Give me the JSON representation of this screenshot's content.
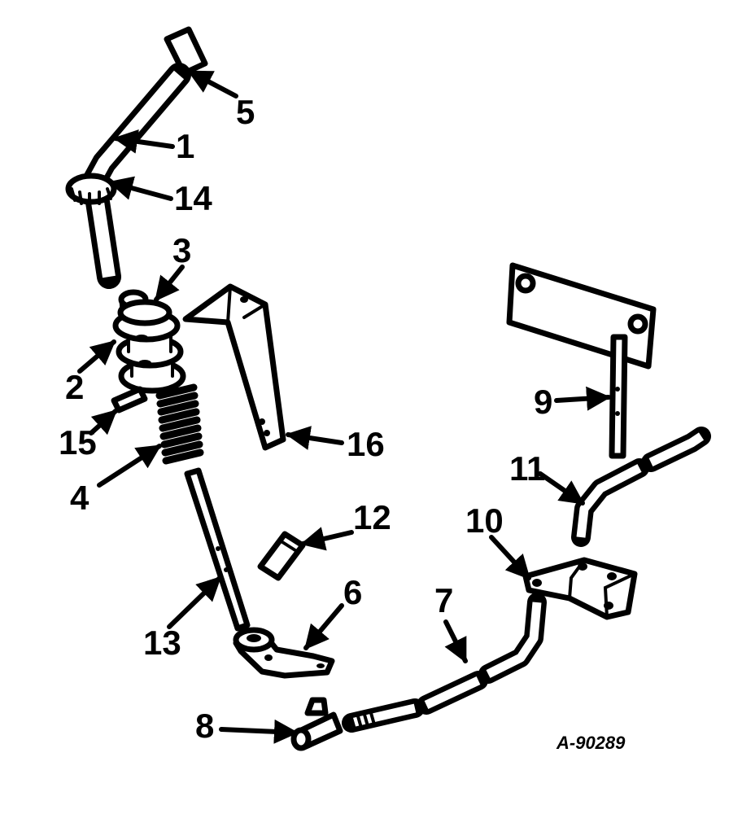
{
  "callouts": [
    {
      "id": "c1",
      "label": "1"
    },
    {
      "id": "c2",
      "label": "2"
    },
    {
      "id": "c3",
      "label": "3"
    },
    {
      "id": "c4",
      "label": "4"
    },
    {
      "id": "c5",
      "label": "5"
    },
    {
      "id": "c6",
      "label": "6"
    },
    {
      "id": "c7",
      "label": "7"
    },
    {
      "id": "c8",
      "label": "8"
    },
    {
      "id": "c9",
      "label": "9"
    },
    {
      "id": "c10",
      "label": "10"
    },
    {
      "id": "c11",
      "label": "11"
    },
    {
      "id": "c12",
      "label": "12"
    },
    {
      "id": "c13",
      "label": "13"
    },
    {
      "id": "c14",
      "label": "14"
    },
    {
      "id": "c15",
      "label": "15"
    },
    {
      "id": "c16",
      "label": "16"
    }
  ],
  "reference_code": "A-90289"
}
